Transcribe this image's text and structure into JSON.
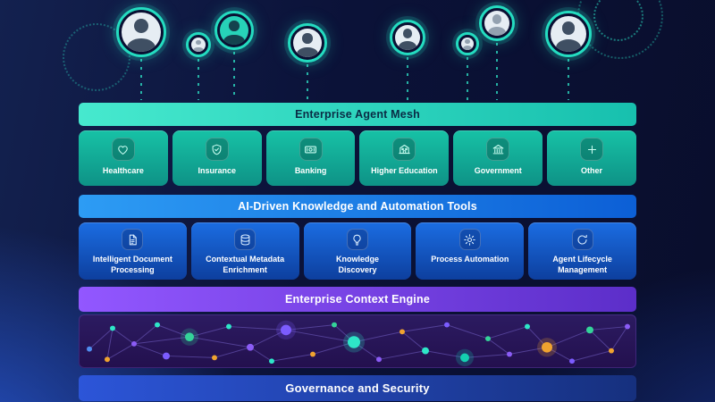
{
  "mesh": {
    "title": "Enterprise Agent Mesh",
    "sectors": [
      {
        "label": "Healthcare",
        "icon": "heart-icon"
      },
      {
        "label": "Insurance",
        "icon": "shield-check-icon"
      },
      {
        "label": "Banking",
        "icon": "banknote-icon"
      },
      {
        "label": "Higher Education",
        "icon": "campus-building-icon"
      },
      {
        "label": "Government",
        "icon": "government-building-icon"
      },
      {
        "label": "Other",
        "icon": "plus-icon"
      }
    ]
  },
  "tools": {
    "title": "AI-Driven Knowledge and Automation Tools",
    "items": [
      {
        "label": "Intelligent Document Processing",
        "icon": "document-icon"
      },
      {
        "label": "Contextual Metadata Enrichment",
        "icon": "database-icon"
      },
      {
        "label": "Knowledge Discovery",
        "icon": "lightbulb-icon"
      },
      {
        "label": "Process Automation",
        "icon": "gear-icon"
      },
      {
        "label": "Agent Lifecycle Management",
        "icon": "lifecycle-refresh-icon"
      }
    ]
  },
  "context_engine": {
    "title": "Enterprise Context Engine"
  },
  "governance": {
    "title": "Governance and Security"
  },
  "decor": {
    "avatar_icon": "user-avatar",
    "avatar_count": 8
  },
  "colors": {
    "mesh_from": "#46e9ce",
    "mesh_to": "#17c0ae",
    "sector_from": "#17c2a6",
    "sector_to": "#0e9286",
    "tools_from": "#2d9cf4",
    "tools_to": "#0c5fd6",
    "tool_from": "#1b6de2",
    "tool_to": "#0d3f9e",
    "context_from": "#9257ff",
    "context_to": "#5c2ec9",
    "network_bg": "#2c1b61",
    "gov_from": "#2c55d8",
    "gov_to": "#16307e",
    "accent_teal": "#2ee6c8"
  }
}
